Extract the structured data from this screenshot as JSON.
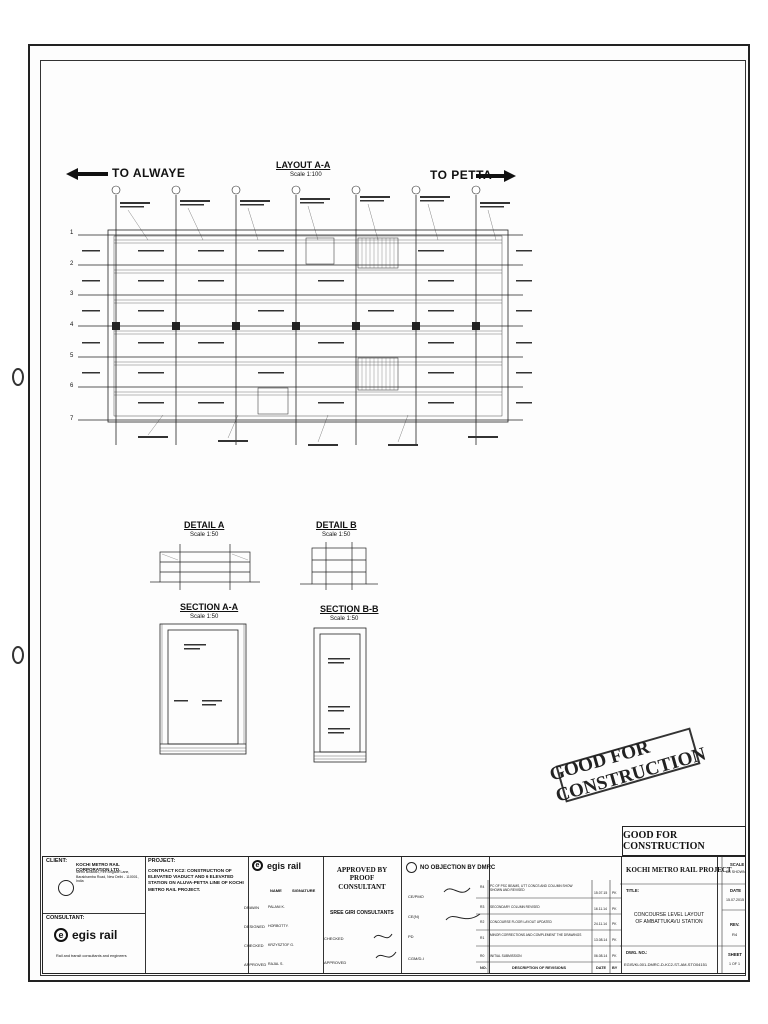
{
  "plan": {
    "left_direction": "TO ALWAYE",
    "right_direction": "TO PETTA",
    "layout_title": "LAYOUT A-A",
    "layout_scale": "Scale 1:100",
    "row_labels": [
      "1",
      "2",
      "3",
      "4",
      "5",
      "6",
      "7"
    ]
  },
  "details": {
    "detail_a_title": "DETAIL A",
    "detail_a_scale": "Scale 1:50",
    "detail_b_title": "DETAIL B",
    "detail_b_scale": "Scale 1:50",
    "section_aa_title": "SECTION A-A",
    "section_aa_scale": "Scale 1:50",
    "section_bb_title": "SECTION B-B",
    "section_bb_scale": "Scale 1:50"
  },
  "stamp": {
    "text": "GOOD FOR CONSTRUCTION"
  },
  "title_block": {
    "client_label": "CLIENT:",
    "client_name": "KOCHI METRO RAIL CORPORATION LTD.",
    "client_address": "Metro Bhawan, Fire Brigade Lane, Barakhamba Road, New Delhi - 110001, India",
    "project_label": "PROJECT:",
    "project_text": "CONTRACT KC2: CONSTRUCTION OF ELEVATED VIADUCT AND 6 ELEVATED STATION ON ALUVA-PETTA LINE OF KOCHI METRO RAIL PROJECT.",
    "consultant_label": "CONSULTANT:",
    "consultant_name": "egis rail",
    "consultant_tagline": "Rail and transit consultants and engineers",
    "egis_small": "egis rail",
    "name_col": "NAME",
    "signature_col": "SIGNATURE",
    "roles": [
      "DRAWN",
      "DESIGNED",
      "CHECKED",
      "APPROVED"
    ],
    "role_names": [
      "PALANI K.",
      "HORBOTTY.",
      "KRZYSZTOF G.",
      "RAJAL S."
    ],
    "approved_by": "APPROVED BY PROOF CONSULTANT",
    "proof_consultant": "SREE GIRI CONSULTANTS",
    "checked": "CHECKED",
    "approved": "APPROVED",
    "no_objection": "NO OBJECTION BY DMRC",
    "dmrc_roles": [
      "CE/PMO",
      "CE(N)",
      "PD",
      "CGM/D-I"
    ],
    "revision_rows": [
      "PC OF PSC BEAMS, UTT CONCS AND COLUMN SHOW SHOWN AND REVISED",
      "SECONDARY COLUMN REVISED",
      "CONCOURSE FLOOR LAYOUT UPDATED",
      "MINOR CORRECTIONS AND COMPLEMENT THE DRAWINGS",
      "INITIAL SUBMISSION"
    ],
    "rev_numbers": [
      "R4",
      "R3",
      "R2",
      "R1",
      "R0"
    ],
    "rev_dates": [
      "15.07.15",
      "16.11.14",
      "24.11.14",
      "13.08.14",
      "06.08.14"
    ],
    "rev_by": [
      "PK",
      "PK",
      "PK",
      "PK",
      "PK"
    ],
    "rev_header_no": "NO.",
    "rev_header_desc": "DESCRIPTION OF REVISIONS",
    "rev_header_date": "DATE",
    "rev_header_by": "BY",
    "gfc": "GOOD FOR CONSTRUCTION",
    "project_name": "KOCHI METRO RAIL PROJECT",
    "title_label": "TITLE:",
    "drawing_title": "CONCOURSE LEVEL LAYOUT OF AMBATTUKAVU STATION",
    "scale_label": "SCALE",
    "scale_value": "AS SHOWN",
    "date_label": "DATE",
    "date_value": "15.07.2015",
    "rev_label": "REV.",
    "rev_value": "R4",
    "dwg_label": "DWG. NO.:",
    "dwg_value": "EGIS/KL001-DMRC-D-KC2-ST-AM-STO04151",
    "sheet_label": "SHEET",
    "sheet_value": "1 OF 1"
  }
}
